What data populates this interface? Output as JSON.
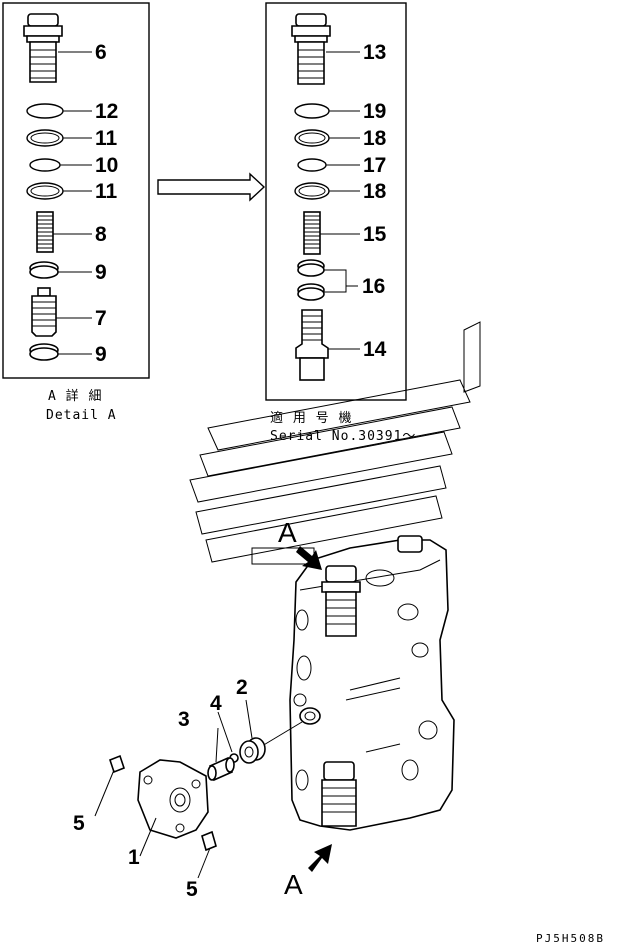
{
  "detail_box": {
    "labels": [
      {
        "part": "6"
      },
      {
        "part": "12"
      },
      {
        "part": "11"
      },
      {
        "part": "10"
      },
      {
        "part": "11"
      },
      {
        "part": "8"
      },
      {
        "part": "9"
      },
      {
        "part": "7"
      },
      {
        "part": "9"
      }
    ],
    "caption_jp": "A 詳 細",
    "caption_en": "Detail A"
  },
  "serial_box": {
    "labels": [
      {
        "part": "13"
      },
      {
        "part": "19"
      },
      {
        "part": "18"
      },
      {
        "part": "17"
      },
      {
        "part": "18"
      },
      {
        "part": "15"
      },
      {
        "part": "16"
      },
      {
        "part": "14"
      }
    ],
    "caption_jp": "適 用 号 機",
    "caption_en": "Serial No.30391～"
  },
  "assembly": {
    "view_marker_top": "A",
    "view_marker_bottom": "A",
    "labels": [
      {
        "part": "2"
      },
      {
        "part": "3"
      },
      {
        "part": "4"
      },
      {
        "part": "5"
      },
      {
        "part": "1"
      },
      {
        "part": "5"
      }
    ]
  },
  "drawing_code": "PJ5H508B"
}
